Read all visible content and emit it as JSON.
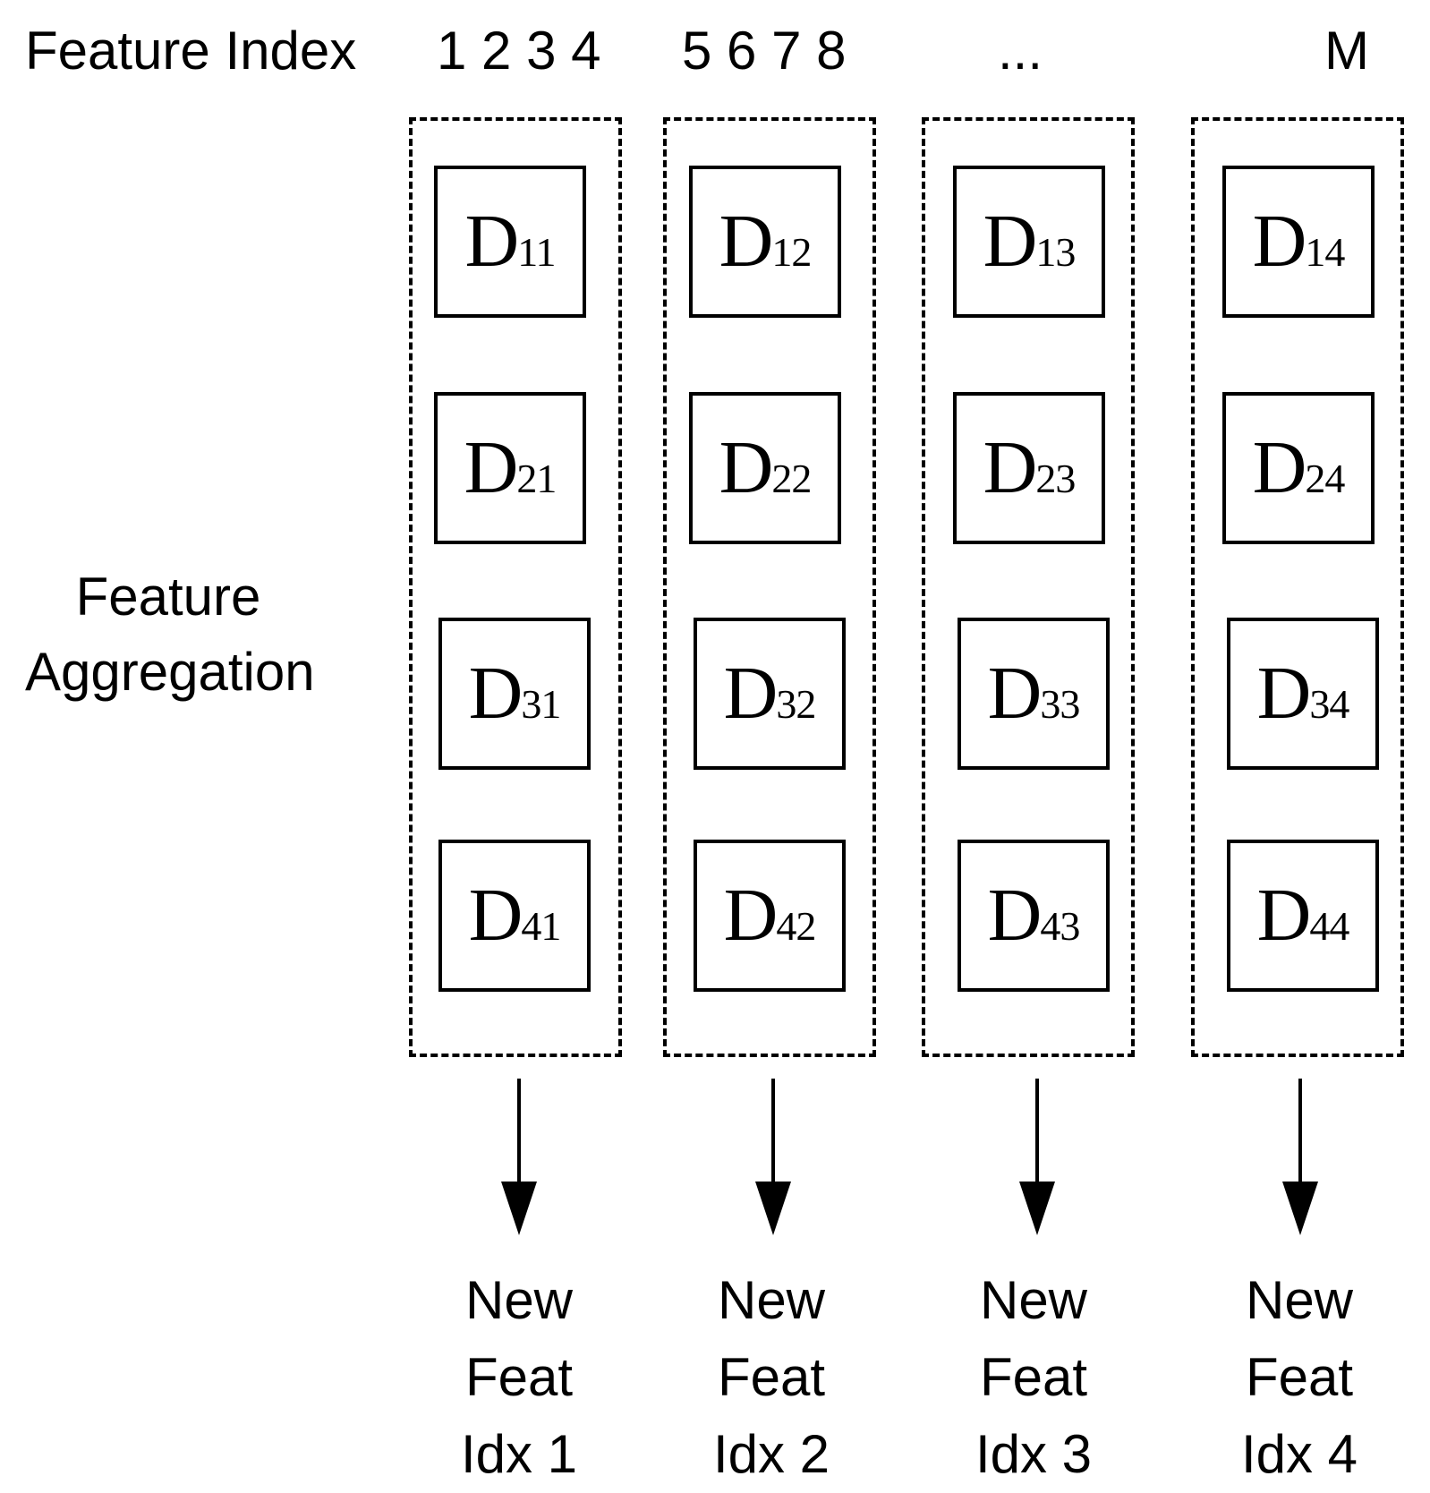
{
  "header": {
    "title": "Feature Index",
    "index_groups": [
      "1 2 3 4",
      "5 6 7 8",
      "...",
      "M"
    ]
  },
  "side_label": {
    "line1": "Feature",
    "line2": "Aggregation"
  },
  "columns": [
    {
      "cells": [
        {
          "main": "D",
          "sub": "11"
        },
        {
          "main": "D",
          "sub": "21"
        },
        {
          "main": "D",
          "sub": "31"
        },
        {
          "main": "D",
          "sub": "41"
        }
      ],
      "output": {
        "line1": "New",
        "line2": "Feat",
        "line3": "Idx 1"
      }
    },
    {
      "cells": [
        {
          "main": "D",
          "sub": "12"
        },
        {
          "main": "D",
          "sub": "22"
        },
        {
          "main": "D",
          "sub": "32"
        },
        {
          "main": "D",
          "sub": "42"
        }
      ],
      "output": {
        "line1": "New",
        "line2": "Feat",
        "line3": "Idx 2"
      }
    },
    {
      "cells": [
        {
          "main": "D",
          "sub": "13"
        },
        {
          "main": "D",
          "sub": "23"
        },
        {
          "main": "D",
          "sub": "33"
        },
        {
          "main": "D",
          "sub": "43"
        }
      ],
      "output": {
        "line1": "New",
        "line2": "Feat",
        "line3": "Idx 3"
      }
    },
    {
      "cells": [
        {
          "main": "D",
          "sub": "14"
        },
        {
          "main": "D",
          "sub": "24"
        },
        {
          "main": "D",
          "sub": "34"
        },
        {
          "main": "D",
          "sub": "44"
        }
      ],
      "output": {
        "line1": "New",
        "line2": "Feat",
        "line3": "Idx 4"
      }
    }
  ],
  "colors": {
    "stroke": "#000000",
    "background": "#ffffff"
  }
}
